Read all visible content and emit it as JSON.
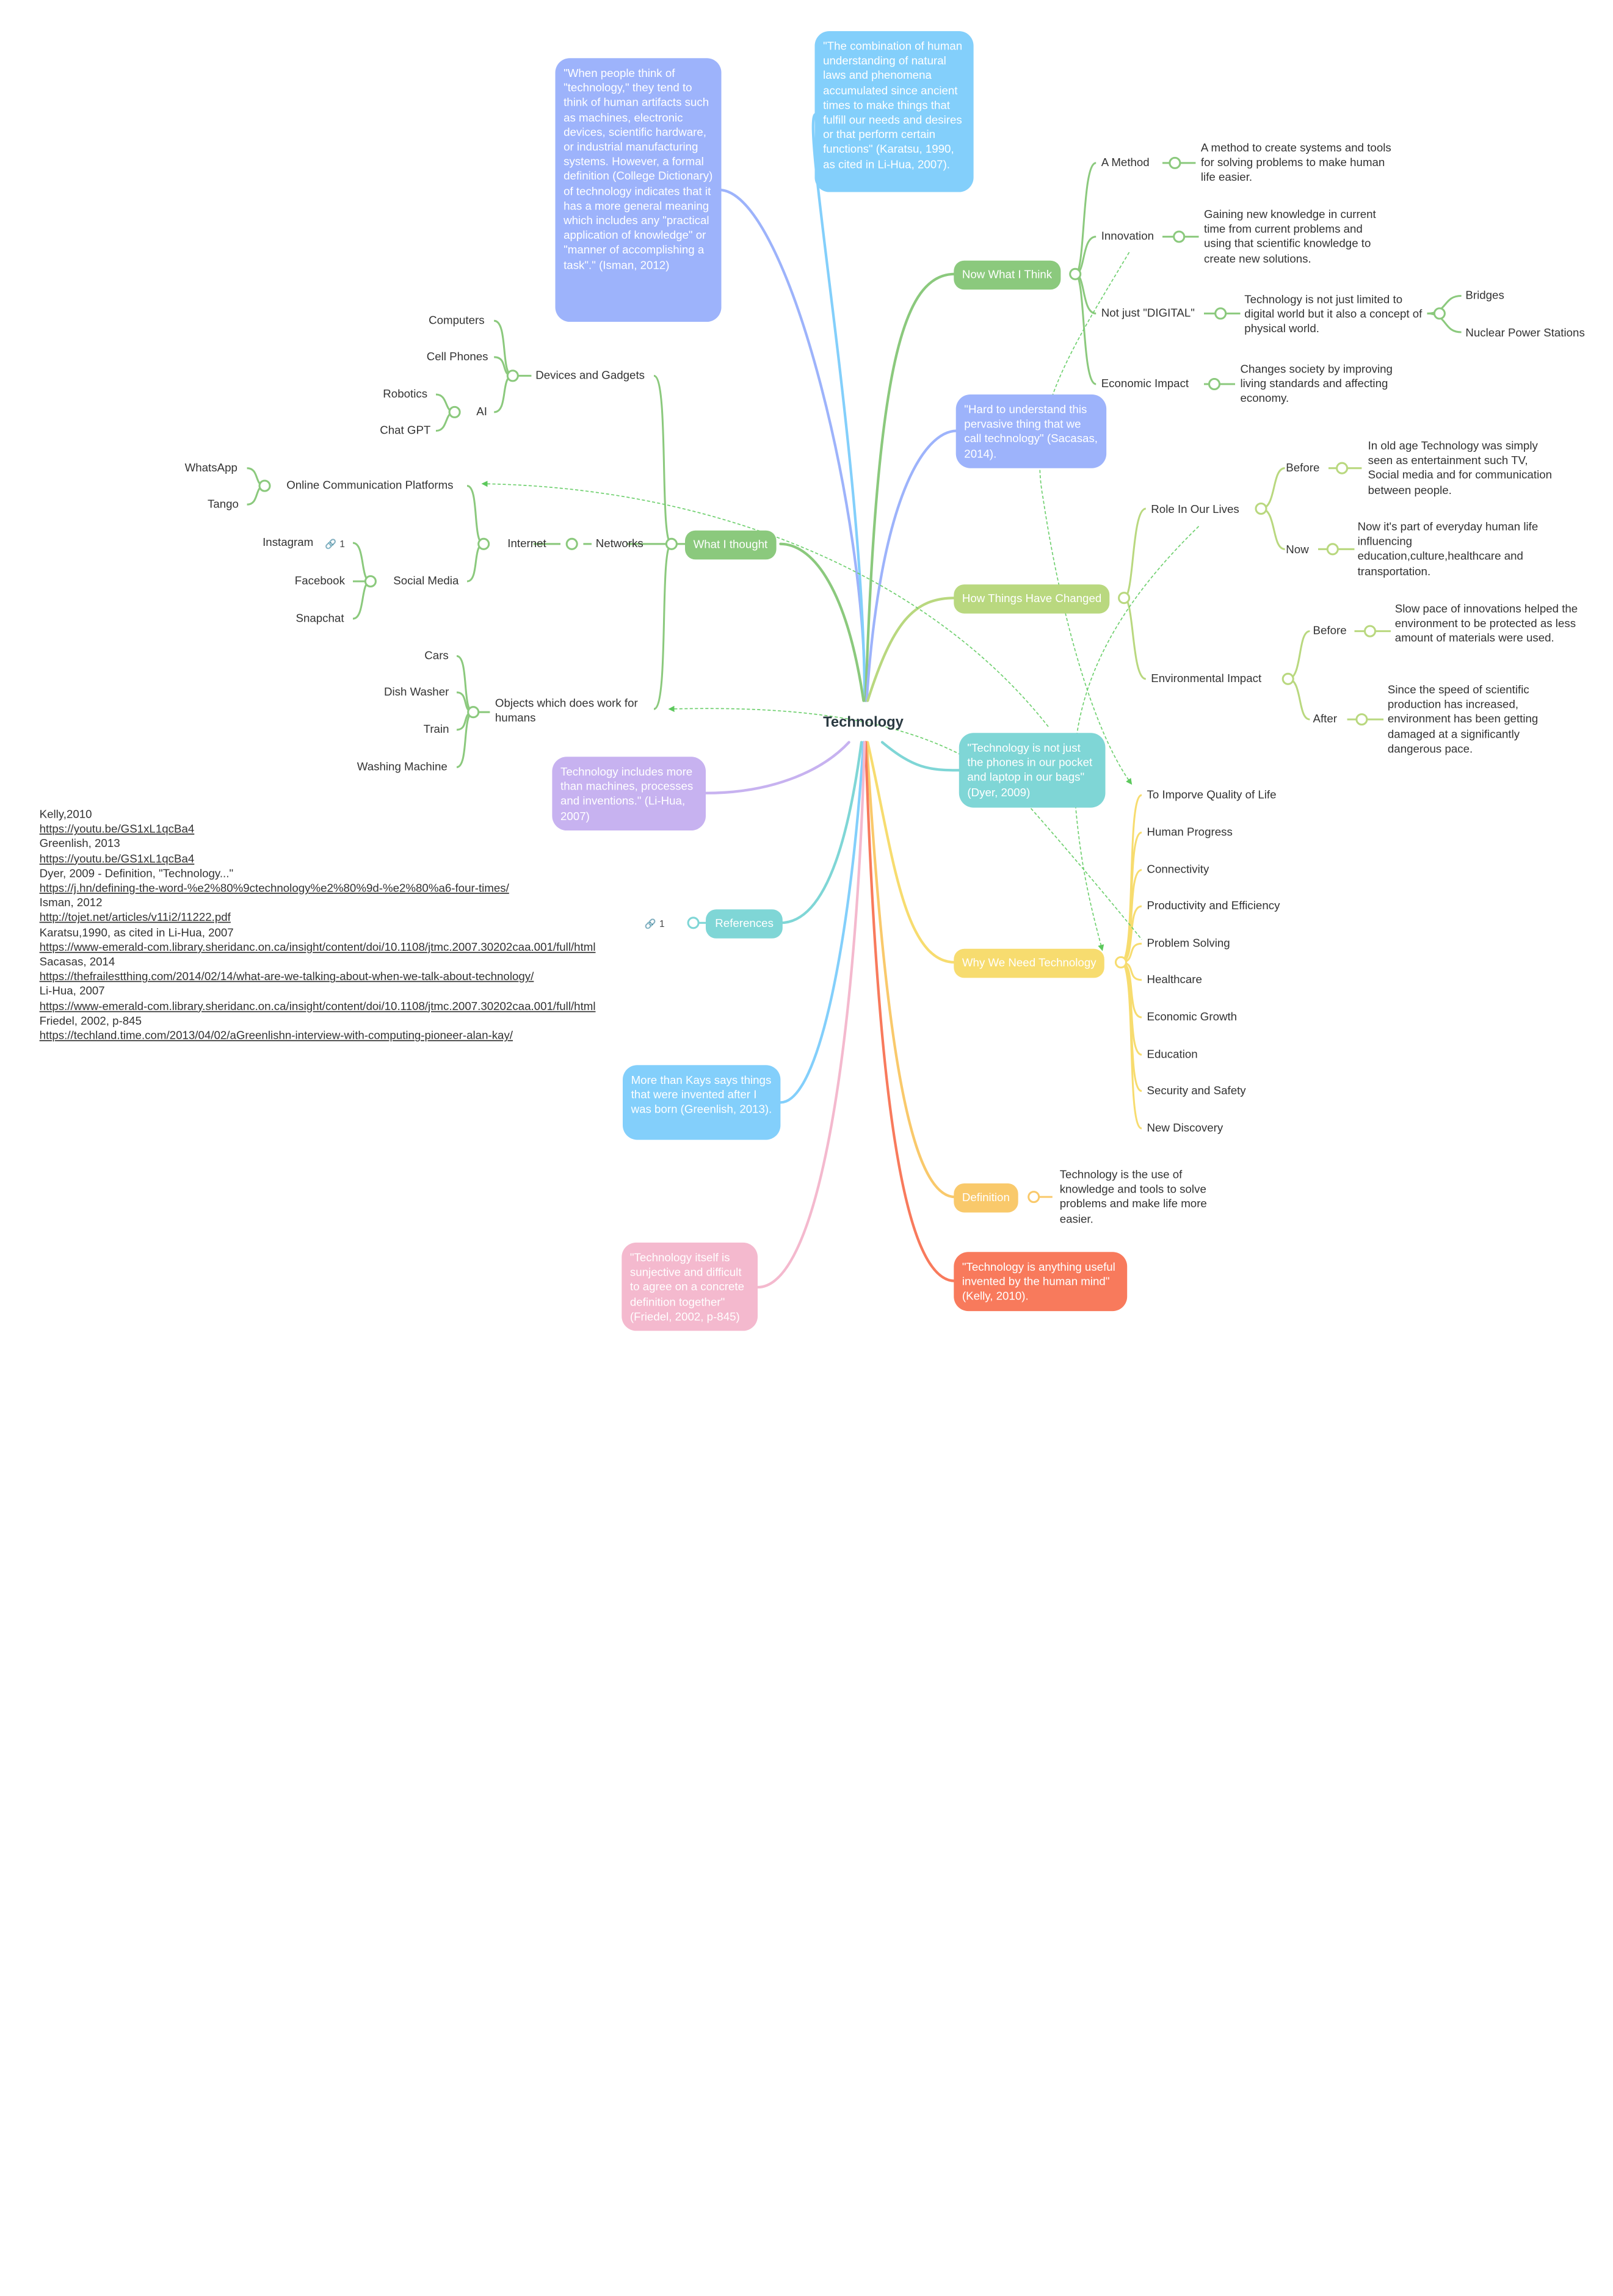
{
  "root": "Technology",
  "colors": {
    "green": "#8bc97d",
    "lime": "#b9d87f",
    "yellow": "#f7dc6f",
    "orange": "#f9c96b",
    "coral": "#f87a5c",
    "pink": "#f4b9ce",
    "purple": "#c7b2f0",
    "teal": "#7fd6d6",
    "sky": "#83cffb",
    "blue": "#9db3fb",
    "arrow": "#6fd06f"
  },
  "quotes": {
    "isman": "\"When people think of \"technology,\" they tend to think of human artifacts such as machines, electronic devices, scientific hardware, or industrial manufacturing systems. However, a formal definition (College Dictionary) of technology indicates that it has a more general meaning which includes any \"practical application of knowledge\" or \"manner of accomplishing a task\".\" (Isman, 2012)",
    "karatsu": "\"The combination of human understanding of natural laws and phenomena accumulated since ancient times to make things that fulfill our needs and desires or that perform certain functions\" (Karatsu, 1990, as cited in Li-Hua, 2007).",
    "sacasas": "\"Hard to understand this pervasive thing that we call technology\" (Sacasas, 2014).",
    "dyer": "\"Technology is not just the phones in our pocket and laptop in our bags\" (Dyer, 2009)",
    "lihua": "Technology includes more than machines, processes and inventions.\" (Li-Hua, 2007)",
    "greenlish": "More than Kays says things that were invented after I was born (Greenlish, 2013).",
    "friedel": "\"Technology itself is sunjective and difficult to agree on a concrete definition together\" (Friedel, 2002, p-845)",
    "kelly": "\"Technology is anything useful invented by the human mind\" (Kelly, 2010)."
  },
  "now_think": {
    "title": "Now What I Think",
    "method": {
      "label": "A Method",
      "desc": "A method to create systems and tools for solving problems to make human life easier."
    },
    "innovation": {
      "label": "Innovation",
      "desc": "Gaining new knowledge in current time from current problems and using that scientific knowledge to create new solutions."
    },
    "digital": {
      "label": "Not just \"DIGITAL\"",
      "desc": "Technology is not just limited to digital world but it also a concept of physical world.",
      "examples": [
        "Bridges",
        "Nuclear Power Stations"
      ]
    },
    "economic": {
      "label": "Economic Impact",
      "desc": "Changes society by improving living standards and affecting economy."
    }
  },
  "changed": {
    "title": "How Things Have Changed",
    "role": {
      "label": "Role In Our Lives",
      "before_label": "Before",
      "before": "In old age Technology was  simply seen as entertainment such TV, Social media and for communication between people.",
      "now_label": "Now",
      "now": "Now it's part of everyday human life influencing education,culture,healthcare and transportation."
    },
    "env": {
      "label": "Environmental Impact",
      "before_label": "Before",
      "before": "Slow pace of innovations helped the environment to be protected as less amount of materials were used.",
      "after_label": "After",
      "after": "Since the speed of scientific production has increased, environment has been getting damaged at a significantly dangerous pace."
    }
  },
  "need": {
    "title": "Why We Need Technology",
    "items": [
      "To Imporve Quality of Life",
      "Human Progress",
      "Connectivity",
      "Productivity and Efficiency",
      "Problem Solving",
      "Healthcare",
      "Economic Growth",
      "Education",
      "Security and Safety",
      "New Discovery"
    ]
  },
  "definition": {
    "title": "Definition",
    "desc": "Technology is the use of knowledge and tools to solve problems and make life more easier."
  },
  "thought": {
    "title": "What I thought",
    "devices": {
      "label": "Devices and Gadgets",
      "items": [
        "Computers",
        "Cell Phones"
      ],
      "ai": {
        "label": "AI",
        "items": [
          "Robotics",
          "Chat GPT"
        ]
      }
    },
    "networks": {
      "label": "Networks",
      "internet": "Internet",
      "ocp": {
        "label": "Online Communication Platforms",
        "items": [
          "WhatsApp",
          "Tango"
        ]
      },
      "social": {
        "label": "Social Media",
        "items": [
          "Instagram",
          "Facebook",
          "Snapchat"
        ],
        "instagram_links": "1"
      }
    },
    "objects": {
      "label": "Objects which does work for humans",
      "items": [
        "Cars",
        "Dish Washer",
        "Train",
        "Washing Machine"
      ]
    }
  },
  "references": {
    "title": "References",
    "links": "1",
    "lines": [
      {
        "text": "Kelly,2010",
        "link": false
      },
      {
        "text": "https://youtu.be/GS1xL1qcBa4",
        "link": true
      },
      {
        "text": "Greenlish, 2013",
        "link": false
      },
      {
        "text": "https://youtu.be/GS1xL1qcBa4",
        "link": true
      },
      {
        "text": "Dyer, 2009 - Definition, \"Technology...\"",
        "link": false
      },
      {
        "text": "https://j.hn/defining-the-word-%e2%80%9ctechnology%e2%80%9d-%e2%80%a6-four-times/",
        "link": true
      },
      {
        "text": "Isman, 2012",
        "link": false
      },
      {
        "text": "http://tojet.net/articles/v11i2/11222.pdf",
        "link": true
      },
      {
        "text": "Karatsu,1990, as cited in Li-Hua, 2007",
        "link": false
      },
      {
        "text": "https://www-emerald-com.library.sheridanc.on.ca/insight/content/doi/10.1108/jtmc.2007.30202caa.001/full/html",
        "link": true
      },
      {
        "text": "Sacasas, 2014",
        "link": false
      },
      {
        "text": "https://thefrailestthing.com/2014/02/14/what-are-we-talking-about-when-we-talk-about-technology/",
        "link": true
      },
      {
        "text": "Li-Hua, 2007",
        "link": false
      },
      {
        "text": "https://www-emerald-com.library.sheridanc.on.ca/insight/content/doi/10.1108/jtmc.2007.30202caa.001/full/html",
        "link": true
      },
      {
        "text": "Friedel, 2002, p-845",
        "link": false
      },
      {
        "text": "https://techland.time.com/2013/04/02/aGreenlishn-interview-with-computing-pioneer-alan-kay/",
        "link": true
      }
    ]
  }
}
